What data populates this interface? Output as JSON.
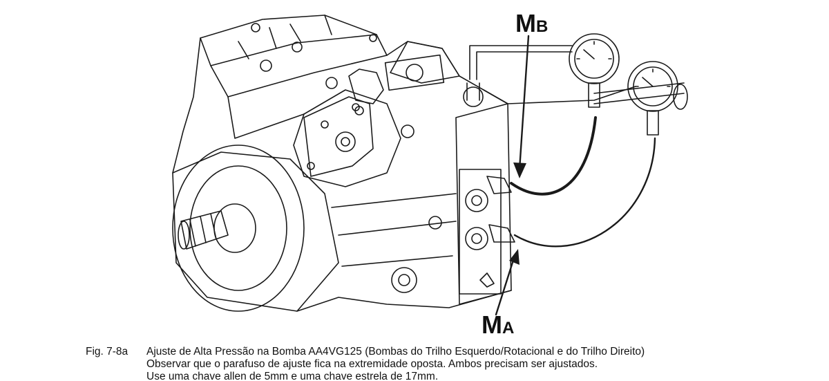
{
  "labels": {
    "mb_main": "M",
    "mb_sub": "B",
    "ma_main": "M",
    "ma_sub": "A"
  },
  "caption": {
    "figure_number": "Fig. 7-8a",
    "lines": [
      "Ajuste de Alta Pressão na Bomba AA4VG125 (Bombas do Trilho Esquerdo/Rotacional e do Trilho Direito)",
      "Observar que o parafuso de ajuste fica na extremidade oposta. Ambos precisam ser ajustados.",
      "Use uma chave allen de 5mm e uma chave estrela de 17mm."
    ]
  },
  "colors": {
    "line": "#1a1a1a",
    "background": "#ffffff"
  }
}
